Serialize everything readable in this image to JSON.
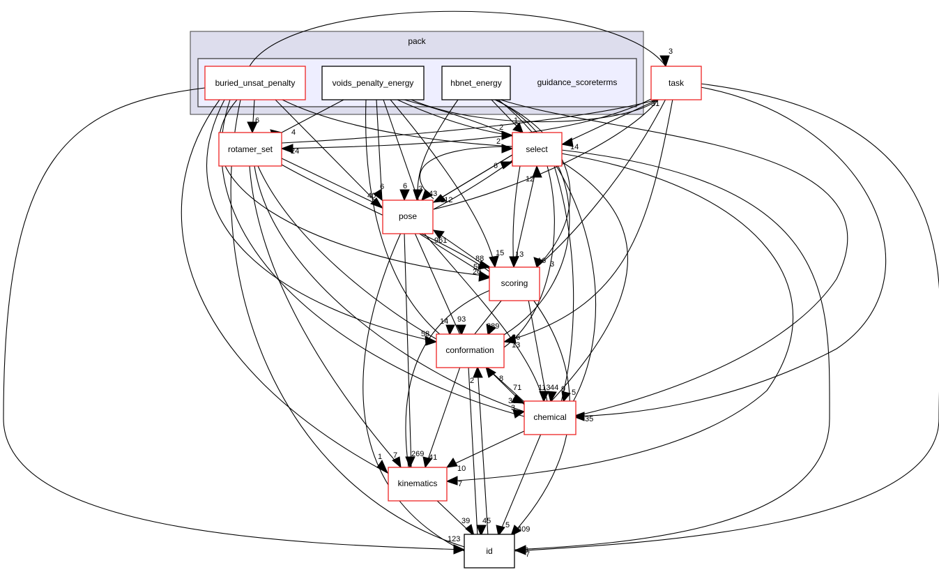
{
  "clusters": {
    "outer": {
      "id": "pack",
      "label": "pack"
    },
    "inner": {
      "id": "guidance_scoreterms",
      "label": "guidance_scoreterms"
    }
  },
  "colors": {
    "outer_fill": "#dddded",
    "inner_fill": "#eeeeff",
    "node_border_red": "#ee2222",
    "node_border_black": "#000000"
  },
  "nodes": [
    {
      "id": "buried_unsat_penalty",
      "label": "buried_unsat_penalty",
      "border": "red"
    },
    {
      "id": "voids_penalty_energy",
      "label": "voids_penalty_energy",
      "border": "black"
    },
    {
      "id": "hbnet_energy",
      "label": "hbnet_energy",
      "border": "black"
    },
    {
      "id": "task",
      "label": "task",
      "border": "red"
    },
    {
      "id": "rotamer_set",
      "label": "rotamer_set",
      "border": "red"
    },
    {
      "id": "select",
      "label": "select",
      "border": "red"
    },
    {
      "id": "pose",
      "label": "pose",
      "border": "red"
    },
    {
      "id": "scoring",
      "label": "scoring",
      "border": "red"
    },
    {
      "id": "conformation",
      "label": "conformation",
      "border": "red"
    },
    {
      "id": "chemical",
      "label": "chemical",
      "border": "red"
    },
    {
      "id": "kinematics",
      "label": "kinematics",
      "border": "red"
    },
    {
      "id": "id",
      "label": "id",
      "border": "black"
    }
  ],
  "edge_labels": [
    {
      "target": "task",
      "text": "3"
    },
    {
      "target": "task",
      "text": "31"
    },
    {
      "target": "rotamer_set",
      "text": "6"
    },
    {
      "target": "rotamer_set",
      "text": "4"
    },
    {
      "target": "rotamer_set",
      "text": "24"
    },
    {
      "target": "select",
      "text": "1"
    },
    {
      "target": "select",
      "text": "2"
    },
    {
      "target": "select",
      "text": "2"
    },
    {
      "target": "select",
      "text": "6"
    },
    {
      "target": "select",
      "text": "14"
    },
    {
      "target": "select",
      "text": "12"
    },
    {
      "target": "pose",
      "text": "40"
    },
    {
      "target": "pose",
      "text": "6"
    },
    {
      "target": "pose",
      "text": "6"
    },
    {
      "target": "pose",
      "text": "3"
    },
    {
      "target": "pose",
      "text": "43"
    },
    {
      "target": "pose",
      "text": "112"
    },
    {
      "target": "pose",
      "text": "961"
    },
    {
      "target": "scoring",
      "text": "88"
    },
    {
      "target": "scoring",
      "text": "15"
    },
    {
      "target": "scoring",
      "text": "13"
    },
    {
      "target": "scoring",
      "text": "16"
    },
    {
      "target": "scoring",
      "text": "3"
    },
    {
      "target": "scoring",
      "text": "50"
    },
    {
      "target": "scoring",
      "text": "20"
    },
    {
      "target": "conformation",
      "text": "58"
    },
    {
      "target": "conformation",
      "text": "14"
    },
    {
      "target": "conformation",
      "text": "93"
    },
    {
      "target": "conformation",
      "text": "889"
    },
    {
      "target": "conformation",
      "text": "36"
    },
    {
      "target": "conformation",
      "text": "13"
    },
    {
      "target": "conformation",
      "text": "8"
    },
    {
      "target": "conformation",
      "text": "2"
    },
    {
      "target": "chemical",
      "text": "71"
    },
    {
      "target": "chemical",
      "text": "33"
    },
    {
      "target": "chemical",
      "text": "3"
    },
    {
      "target": "chemical",
      "text": "113"
    },
    {
      "target": "chemical",
      "text": "44"
    },
    {
      "target": "chemical",
      "text": "9"
    },
    {
      "target": "chemical",
      "text": "5"
    },
    {
      "target": "chemical",
      "text": "35"
    },
    {
      "target": "kinematics",
      "text": "1"
    },
    {
      "target": "kinematics",
      "text": "7"
    },
    {
      "target": "kinematics",
      "text": "269"
    },
    {
      "target": "kinematics",
      "text": "41"
    },
    {
      "target": "kinematics",
      "text": "10"
    },
    {
      "target": "kinematics",
      "text": "7"
    },
    {
      "target": "id",
      "text": "39"
    },
    {
      "target": "id",
      "text": "45"
    },
    {
      "target": "id",
      "text": "5"
    },
    {
      "target": "id",
      "text": "409"
    },
    {
      "target": "id",
      "text": "123"
    },
    {
      "target": "id",
      "text": "6"
    },
    {
      "target": "id",
      "text": "7"
    }
  ]
}
